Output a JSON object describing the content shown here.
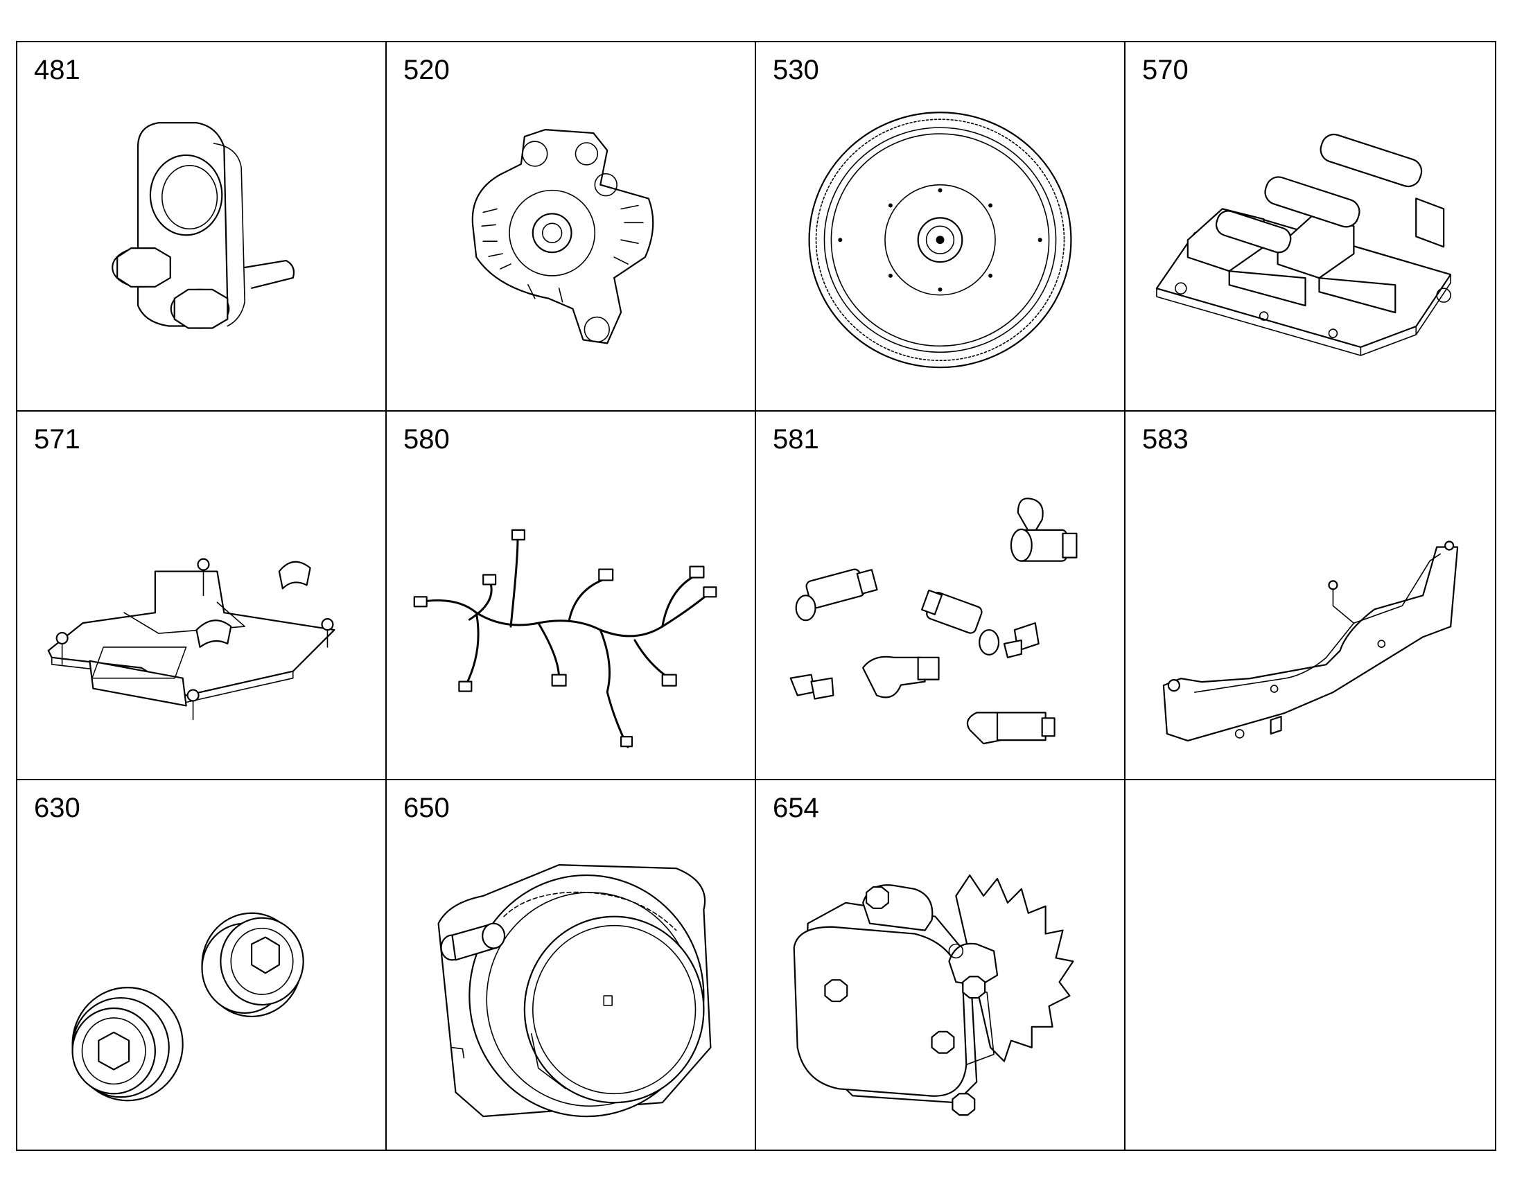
{
  "parts": [
    {
      "number": "481",
      "icon": "timing-pin-bracket-icon"
    },
    {
      "number": "520",
      "icon": "gear-housing-icon"
    },
    {
      "number": "530",
      "icon": "flywheel-icon"
    },
    {
      "number": "570",
      "icon": "valve-manifold-icon"
    },
    {
      "number": "571",
      "icon": "mounting-bracket-icon"
    },
    {
      "number": "580",
      "icon": "wiring-harness-icon"
    },
    {
      "number": "581",
      "icon": "sensor-set-icon"
    },
    {
      "number": "583",
      "icon": "cover-plate-icon"
    },
    {
      "number": "630",
      "icon": "plug-screw-icon"
    },
    {
      "number": "650",
      "icon": "flywheel-housing-icon"
    },
    {
      "number": "654",
      "icon": "pump-icon"
    },
    {
      "number": "",
      "icon": ""
    }
  ]
}
